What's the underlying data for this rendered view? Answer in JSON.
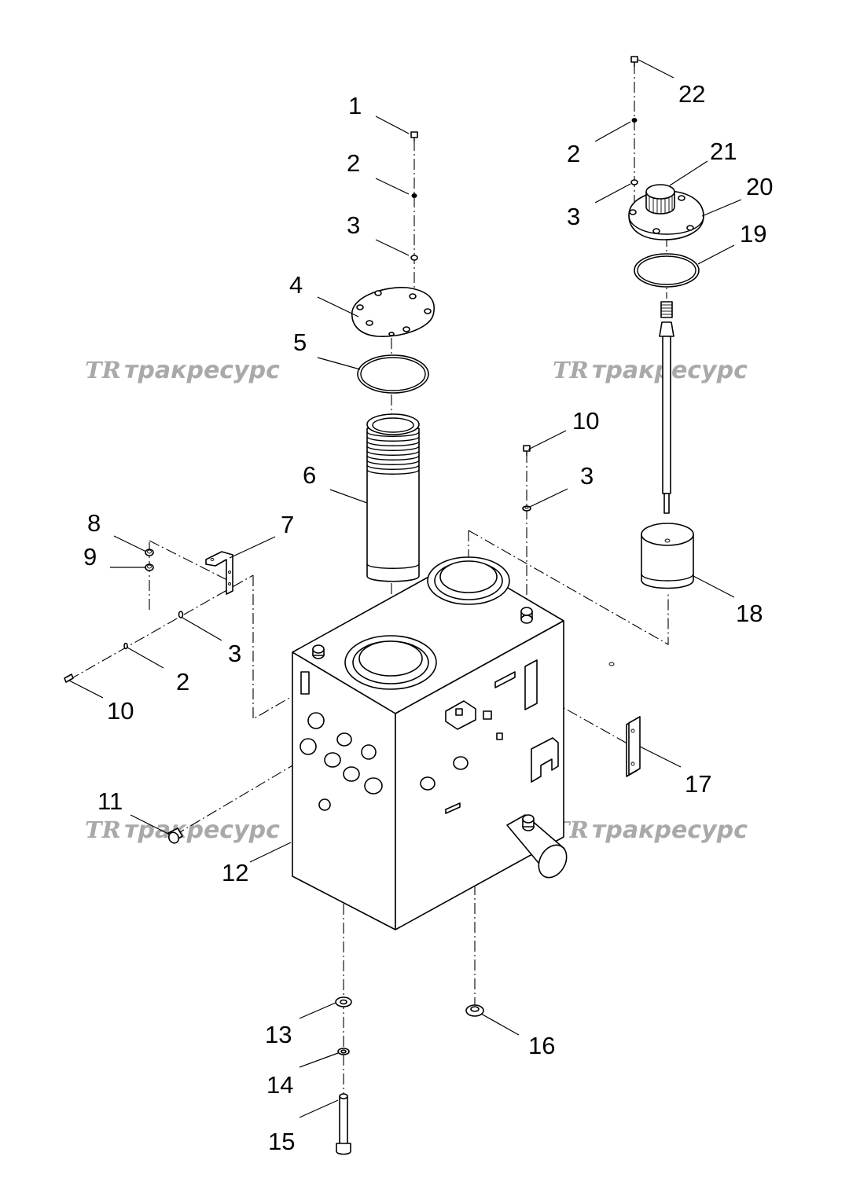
{
  "watermark": {
    "logo": "TR",
    "text": "тракресурс"
  },
  "callouts": {
    "c1": "1",
    "c2a": "2",
    "c3a": "3",
    "c4": "4",
    "c5": "5",
    "c6": "6",
    "c7": "7",
    "c8": "8",
    "c9": "9",
    "c3b": "3",
    "c2b": "2",
    "c10a": "10",
    "c10b": "10",
    "c3c": "3",
    "c11": "11",
    "c12": "12",
    "c13": "13",
    "c14": "14",
    "c15": "15",
    "c16": "16",
    "c17": "17",
    "c18": "18",
    "c19": "19",
    "c20": "20",
    "c21": "21",
    "c2c": "2",
    "c3d": "3",
    "c22": "22"
  }
}
